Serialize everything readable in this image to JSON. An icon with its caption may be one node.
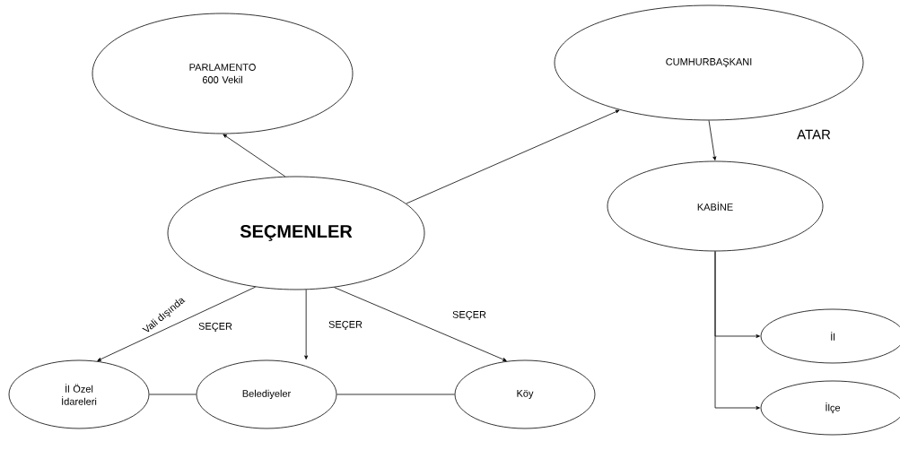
{
  "diagram": {
    "nodes": [
      {
        "text": [
          "PARLAMENTO",
          "600 Vekil"
        ]
      },
      {
        "text": [
          "CUMHURBAŞKANI"
        ]
      },
      {
        "text": [
          "SEÇMENLER"
        ]
      },
      {
        "text": [
          "KABİNE"
        ]
      },
      {
        "text": [
          "İl Özel İdareleri"
        ]
      },
      {
        "text": [
          "Belediyeler"
        ]
      },
      {
        "text": [
          "Köy"
        ]
      },
      {
        "text": [
          "İl"
        ]
      },
      {
        "text": [
          "İlçe"
        ]
      }
    ],
    "edges": [
      {
        "from": 2,
        "to": 0,
        "arrow": "to"
      },
      {
        "from": 2,
        "to": 1,
        "arrow": "to"
      },
      {
        "from": 1,
        "to": 3,
        "arrow": "to"
      },
      {
        "from": 2,
        "to": 4,
        "arrow": "to",
        "label": "SEÇER"
      },
      {
        "from": 2,
        "to": 5,
        "arrow": "to",
        "label": "SEÇER"
      },
      {
        "from": 2,
        "to": 6,
        "arrow": "to",
        "label": "SEÇER"
      },
      {
        "from": 4,
        "to": 5,
        "arrow": "none"
      },
      {
        "from": 5,
        "to": 6,
        "arrow": "none"
      },
      {
        "from": 3,
        "to": 7,
        "arrow": "to"
      },
      {
        "from": 3,
        "to": 8,
        "arrow": "to"
      }
    ],
    "labels": [
      "ATAR",
      "Vali dışında"
    ]
  }
}
